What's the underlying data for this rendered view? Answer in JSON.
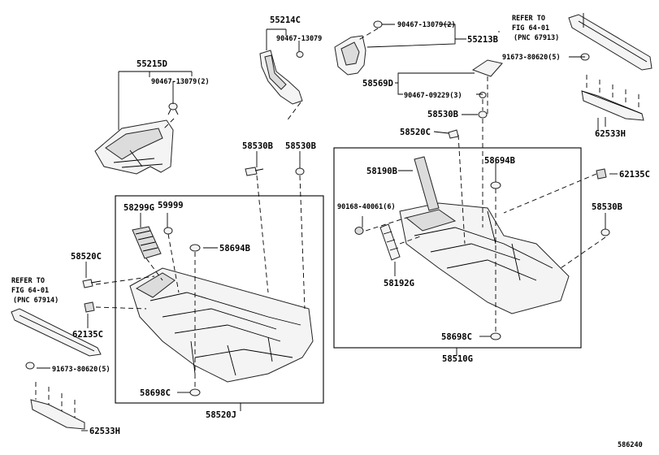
{
  "diagram_id": "586240",
  "labels": {
    "p55215D": "55215D",
    "p90467_13079_2a": "90467-13079(2)",
    "p55214C": "55214C",
    "p90467_13079": "90467-13079",
    "p90467_13079_2b": "90467-13079(2)",
    "p55213B": "55213B",
    "ref_right_1": "REFER TO",
    "ref_right_2": "FIG 64-01",
    "ref_right_3": "(PNC 67913)",
    "p91673_80620_5a": "91673-80620(5)",
    "p58569D": "58569D",
    "p90467_09229_3": "90467-09229(3)",
    "p58530B_a": "58530B",
    "p58520C_a": "58520C",
    "p62533H_a": "62533H",
    "p58530B_b": "58530B",
    "p58530B_c": "58530B",
    "p58190B": "58190B",
    "p58694B_a": "58694B",
    "p62135C_a": "62135C",
    "p58299G": "58299G",
    "p59999": "59999",
    "p90168_40061_6": "90168-40061(6)",
    "p58530B_d": "58530B",
    "p58694B_b": "58694B",
    "p58520C_b": "58520C",
    "p58192G": "58192G",
    "ref_left_1": "REFER TO",
    "ref_left_2": "FIG 64-01",
    "ref_left_3": "(PNC 67914)",
    "p62135C_b": "62135C",
    "p58698C_a": "58698C",
    "p58510G": "58510G",
    "p91673_80620_5b": "91673-80620(5)",
    "p58698C_b": "58698C",
    "p58520J": "58520J",
    "p62533H_b": "62533H"
  }
}
